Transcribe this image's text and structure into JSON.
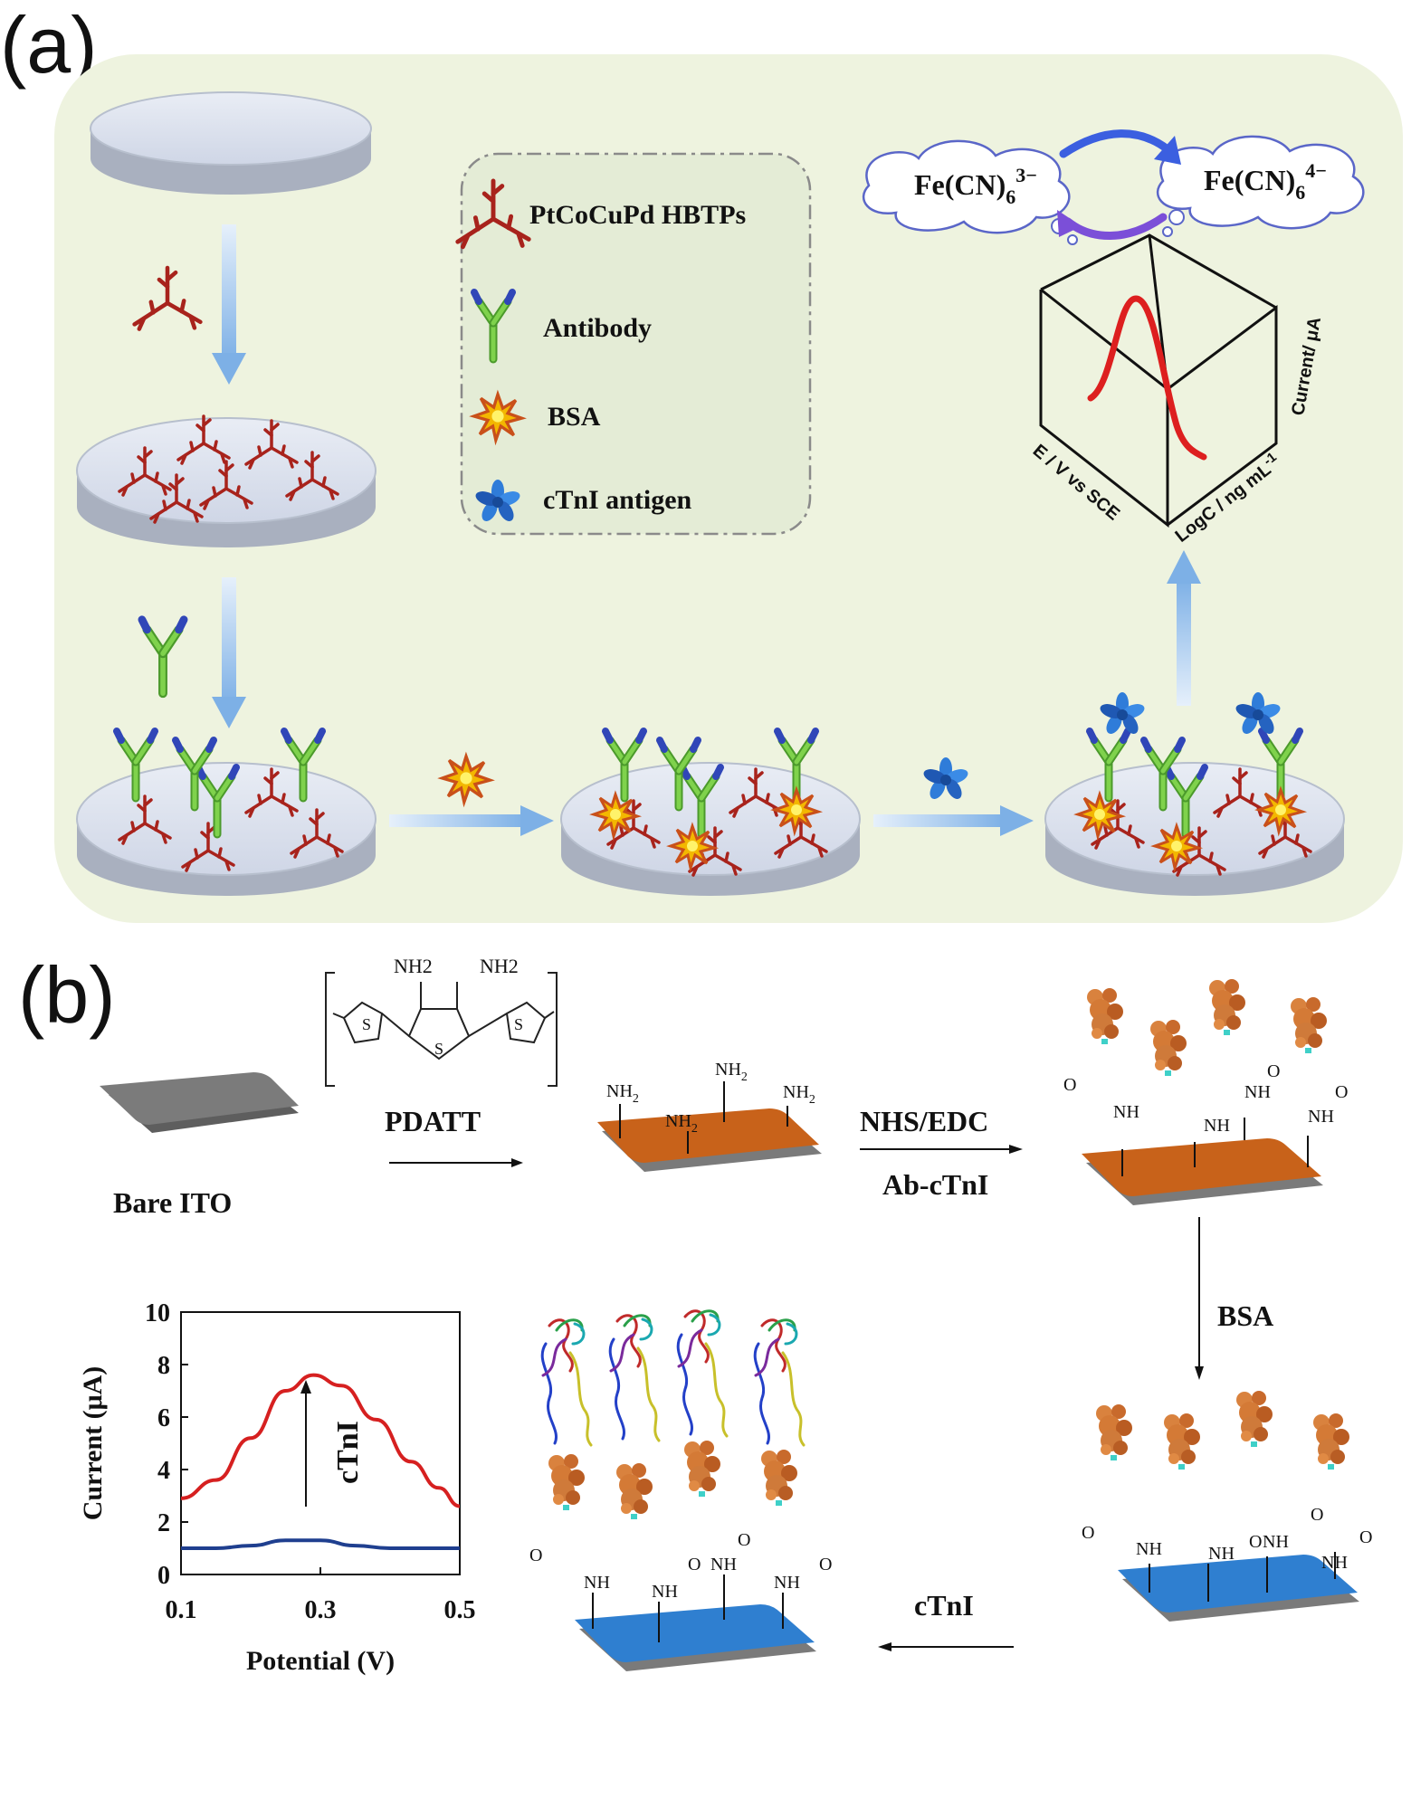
{
  "panel_a": {
    "label": "(a)",
    "legend": {
      "items": [
        {
          "label": "PtCoCuPd HBTPs",
          "icon": "hbtp-icon"
        },
        {
          "label": "Antibody",
          "icon": "antibody-icon"
        },
        {
          "label": "BSA",
          "icon": "bsa-icon"
        },
        {
          "label": "cTnI antigen",
          "icon": "antigen-icon"
        }
      ]
    },
    "redox": {
      "left": "Fe(CN)",
      "left_sub": "6",
      "left_sup": "3−",
      "right": "Fe(CN)",
      "right_sub": "6",
      "right_sup": "4−"
    },
    "plot3d": {
      "z_label": "Current/ μA",
      "x_label": "E / V vs SCE",
      "y_label": "LogC / ng mL",
      "y_label_sup": "-1"
    }
  },
  "panel_b": {
    "label": "(b)",
    "nh2_labels": [
      "NH2",
      "NH2"
    ],
    "bare_ito": "Bare ITO",
    "pdatt": "PDATT",
    "nhs_edc": "NHS/EDC",
    "ab_ctni": "Ab-cTnI",
    "bsa": "BSA",
    "ctni": "cTnI",
    "amine_label": "NH",
    "amine_sub": "2",
    "chem": {
      "o": "O",
      "nh": "NH",
      "s": "S"
    },
    "chart_data": {
      "type": "line",
      "xlabel": "Potential (V)",
      "ylabel": "Current (μA)",
      "xlim": [
        0.1,
        0.5
      ],
      "ylim": [
        0,
        10
      ],
      "xticks": [
        "0.1",
        "0.3",
        "0.5"
      ],
      "yticks": [
        "0",
        "2",
        "4",
        "6",
        "8",
        "10"
      ],
      "annotation": "cTnI",
      "series": [
        {
          "color": "#d62020",
          "x": [
            0.1,
            0.15,
            0.2,
            0.25,
            0.29,
            0.33,
            0.38,
            0.43,
            0.47,
            0.5
          ],
          "y": [
            2.9,
            3.6,
            5.2,
            7.0,
            7.6,
            7.2,
            5.9,
            4.3,
            3.3,
            2.6
          ]
        },
        {
          "color": "#1f3f8f",
          "x": [
            0.1,
            0.15,
            0.2,
            0.25,
            0.3,
            0.35,
            0.4,
            0.45,
            0.5
          ],
          "y": [
            1.0,
            1.0,
            1.1,
            1.3,
            1.3,
            1.1,
            1.0,
            1.0,
            1.0
          ]
        }
      ]
    }
  },
  "colors": {
    "panel_bg": "#eef3df",
    "disk_top": "#dde3ef",
    "disk_side": "#a9b0bf",
    "arrow": "#8fbcea",
    "hbtp": "#a8231c",
    "antibody_green": "#6cc63e",
    "antibody_blue": "#3046b8",
    "bsa": "#f3b700",
    "antigen": "#2f7cd9",
    "ito_grey": "#7b7b7b",
    "ito_orange": "#c8621a",
    "ito_blue": "#2f7fd0",
    "protein": "#cf7a3a",
    "curve_red": "#d62020",
    "curve_blue": "#1f3f8f"
  }
}
